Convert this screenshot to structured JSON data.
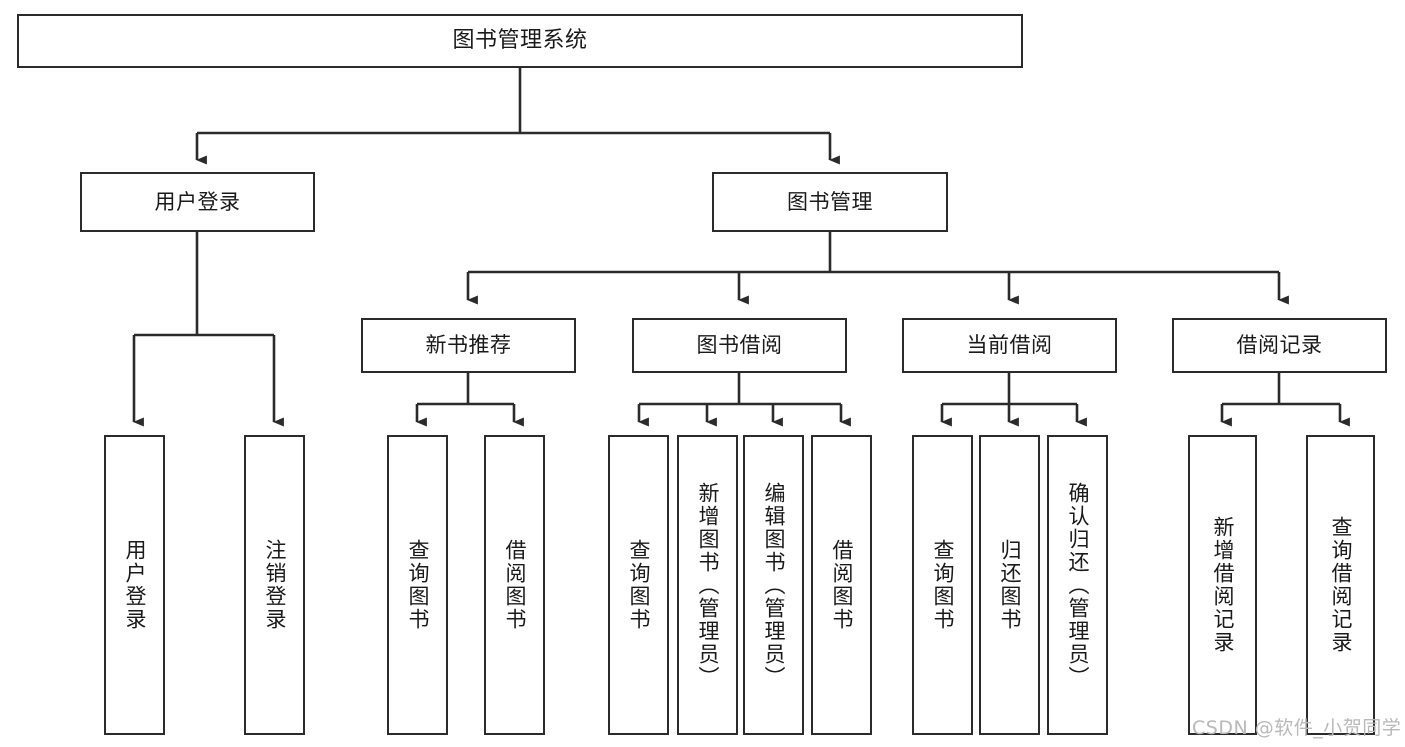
{
  "diagram": {
    "type": "tree-hierarchy",
    "title": "图书管理系统",
    "watermark": "CSDN @软件_小贺同学",
    "colors": {
      "stroke": "#2b2b2b",
      "fill": "#ffffff",
      "text": "#1a1a1a",
      "watermark": "#b9b9b9"
    },
    "levels": {
      "root": {
        "label": "图书管理系统"
      },
      "level1": [
        {
          "id": "user-login",
          "label": "用户登录"
        },
        {
          "id": "book-management",
          "label": "图书管理"
        }
      ],
      "level2": [
        {
          "id": "new-book-recommend",
          "label": "新书推荐",
          "parent": "book-management"
        },
        {
          "id": "book-borrow",
          "label": "图书借阅",
          "parent": "book-management"
        },
        {
          "id": "current-borrow",
          "label": "当前借阅",
          "parent": "book-management"
        },
        {
          "id": "borrow-record",
          "label": "借阅记录",
          "parent": "book-management"
        }
      ],
      "leaves": [
        {
          "id": "leaf-user-login",
          "label": "用户登录",
          "parent": "user-login"
        },
        {
          "id": "leaf-logout-login",
          "label": "注销登录",
          "parent": "user-login"
        },
        {
          "id": "leaf-query-book-1",
          "label": "查询图书",
          "parent": "new-book-recommend"
        },
        {
          "id": "leaf-borrow-book-1",
          "label": "借阅图书",
          "parent": "new-book-recommend"
        },
        {
          "id": "leaf-query-book-2",
          "label": "查询图书",
          "parent": "book-borrow"
        },
        {
          "id": "leaf-add-book",
          "label": "新增图书（管理员）",
          "parent": "book-borrow"
        },
        {
          "id": "leaf-edit-book",
          "label": "编辑图书（管理员）",
          "parent": "book-borrow"
        },
        {
          "id": "leaf-borrow-book-2",
          "label": "借阅图书",
          "parent": "book-borrow"
        },
        {
          "id": "leaf-query-book-3",
          "label": "查询图书",
          "parent": "current-borrow"
        },
        {
          "id": "leaf-return-book",
          "label": "归还图书",
          "parent": "current-borrow"
        },
        {
          "id": "leaf-confirm-return",
          "label": "确认归还（管理员）",
          "parent": "current-borrow"
        },
        {
          "id": "leaf-add-record",
          "label": "新增借阅记录",
          "parent": "borrow-record"
        },
        {
          "id": "leaf-query-record",
          "label": "查询借阅记录",
          "parent": "borrow-record"
        }
      ]
    }
  }
}
